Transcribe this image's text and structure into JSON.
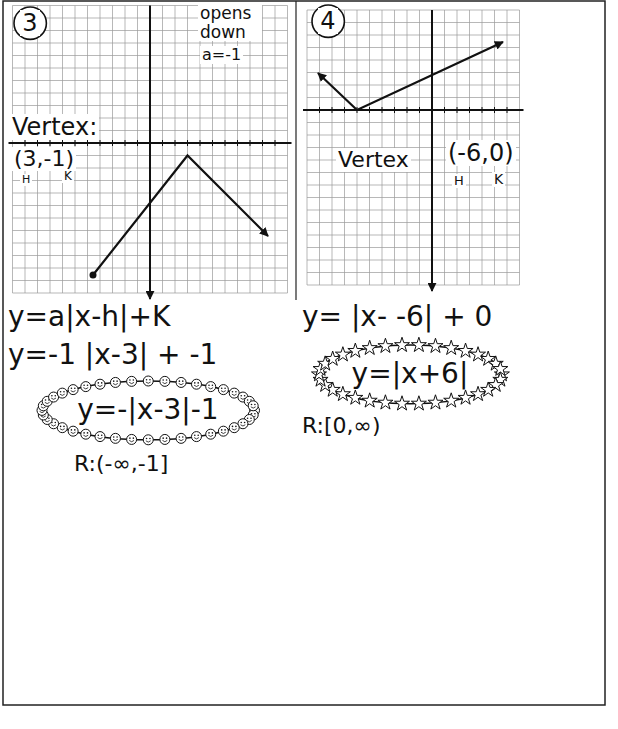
{
  "diagram": {
    "nodes": [
      {
        "text": [
          "3"
        ]
      },
      {
        "text": [
          "4"
        ]
      },
      {
        "text": [
          "y=-|x-3|-1"
        ]
      },
      {
        "text": [
          "y=|x+6|"
        ]
      }
    ],
    "labels": [
      "opens down",
      "a=-1",
      "Vertex:",
      "(3,-1)",
      "H",
      "K",
      "Vertex",
      "(-6,0)",
      "H",
      "K",
      "y=a|x-h|+K",
      "y=-1 |x-3| + -1",
      "R:(-∞,-1]",
      "y= |x- -6| + 0",
      "R:[0,∞)"
    ]
  }
}
